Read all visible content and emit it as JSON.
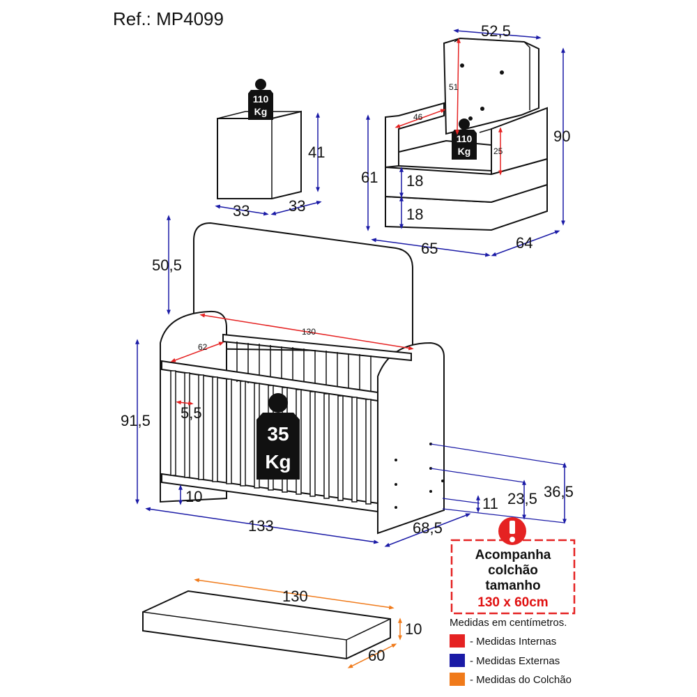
{
  "ref": "Ref.: MP4099",
  "colors": {
    "internal": "#e52222",
    "external": "#1a1aa6",
    "mattress": "#f07a1a",
    "weight_tag": "#111111"
  },
  "icons": {
    "weight": "weight-tag-icon",
    "warning": "exclamation-icon"
  },
  "pouf": {
    "weight": [
      "110",
      "Kg"
    ],
    "height": "41",
    "width": "33",
    "depth": "33"
  },
  "armchair": {
    "back_width": "52,5",
    "back_height": "51",
    "seat_width": "46",
    "weight": [
      "110",
      "Kg"
    ],
    "arm_height": "25",
    "total_height": "90",
    "seat_height": "61",
    "base_upper": "18",
    "base_lower": "18",
    "width": "65",
    "depth": "64"
  },
  "crib": {
    "headboard_height": "50,5",
    "internal_length": "130",
    "internal_width": "62",
    "total_height": "91,5",
    "bar_spacing": "5,5",
    "weight": [
      "35",
      "Kg"
    ],
    "bottom_gap": "10",
    "height_36": "36,5",
    "height_23": "23,5",
    "height_11": "11",
    "length": "133",
    "depth": "68,5"
  },
  "mattress": {
    "length": "130",
    "height": "10",
    "width": "60"
  },
  "notice": {
    "line1": "Acompanha",
    "line2": "colchão",
    "line3": "tamanho",
    "size": "130 x 60cm"
  },
  "legend": {
    "title": "Medidas em centímetros.",
    "internal": "- Medidas Internas",
    "external": "- Medidas Externas",
    "mattress": "- Medidas do Colchão"
  }
}
